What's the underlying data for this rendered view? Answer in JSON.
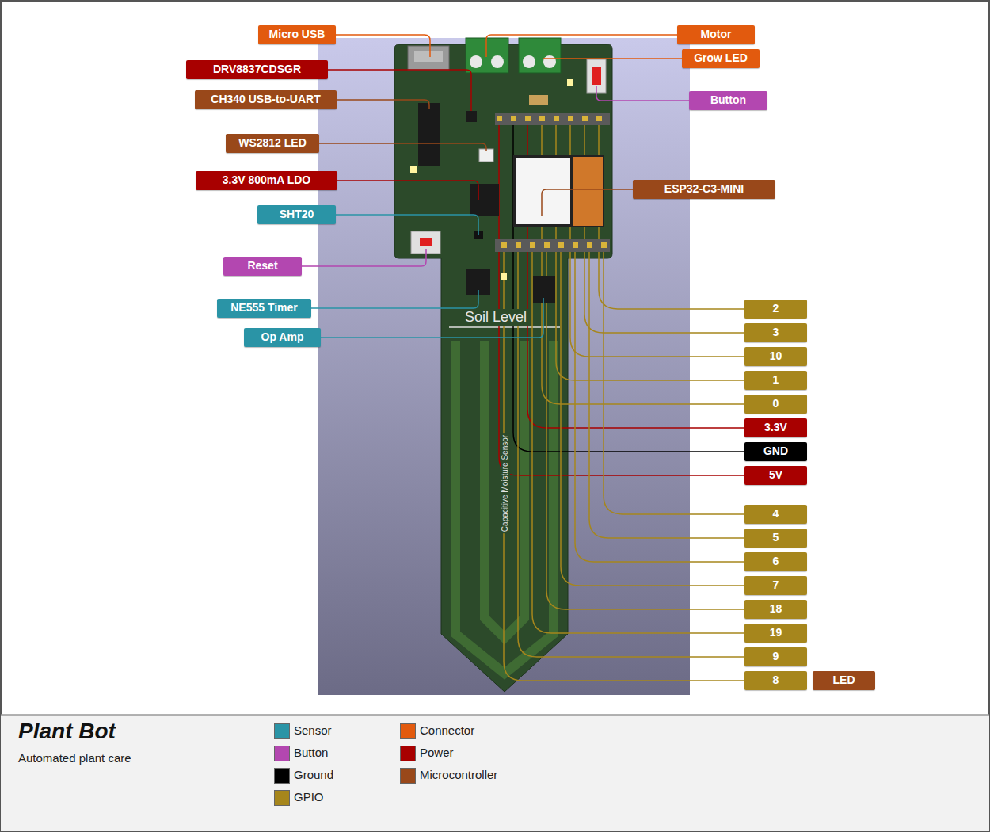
{
  "diagram": {
    "title": "Plant Bot",
    "caption": "Automated plant care",
    "nodes": [
      {
        "text": [
          "Micro USB"
        ]
      },
      {
        "text": [
          "Motor"
        ]
      },
      {
        "text": [
          "DRV8837CDSGR"
        ]
      },
      {
        "text": [
          "Grow LED"
        ]
      },
      {
        "text": [
          "CH340 USB-to-UART"
        ]
      },
      {
        "text": [
          "Button"
        ]
      },
      {
        "text": [
          "WS2812 LED"
        ]
      },
      {
        "text": [
          "3.3V 800mA LDO"
        ]
      },
      {
        "text": [
          "ESP32-C3-MINI"
        ]
      },
      {
        "text": [
          "SHT20"
        ]
      },
      {
        "text": [
          "Reset"
        ]
      },
      {
        "text": [
          "NE555 Timer"
        ]
      },
      {
        "text": [
          "Op Amp"
        ]
      },
      {
        "text": [
          "2"
        ]
      },
      {
        "text": [
          "3"
        ]
      },
      {
        "text": [
          "10"
        ]
      },
      {
        "text": [
          "1"
        ]
      },
      {
        "text": [
          "0"
        ]
      },
      {
        "text": [
          "3.3V"
        ]
      },
      {
        "text": [
          "GND"
        ]
      },
      {
        "text": [
          "5V"
        ]
      },
      {
        "text": [
          "4"
        ]
      },
      {
        "text": [
          "5"
        ]
      },
      {
        "text": [
          "6"
        ]
      },
      {
        "text": [
          "7"
        ]
      },
      {
        "text": [
          "18"
        ]
      },
      {
        "text": [
          "19"
        ]
      },
      {
        "text": [
          "9"
        ]
      },
      {
        "text": [
          "8"
        ]
      },
      {
        "text": [
          "LED"
        ]
      }
    ],
    "labels": [
      "Soil Level",
      "Capacitive Moisture Sensor"
    ],
    "legend": [
      {
        "text": "Sensor",
        "color": "#2a94a6"
      },
      {
        "text": "Button",
        "color": "#b347b0"
      },
      {
        "text": "Ground",
        "color": "#000000"
      },
      {
        "text": "GPIO",
        "color": "#a6861c"
      },
      {
        "text": "Connector",
        "color": "#e25a0e"
      },
      {
        "text": "Power",
        "color": "#a80000"
      },
      {
        "text": "Microcontroller",
        "color": "#99481a"
      }
    ]
  }
}
